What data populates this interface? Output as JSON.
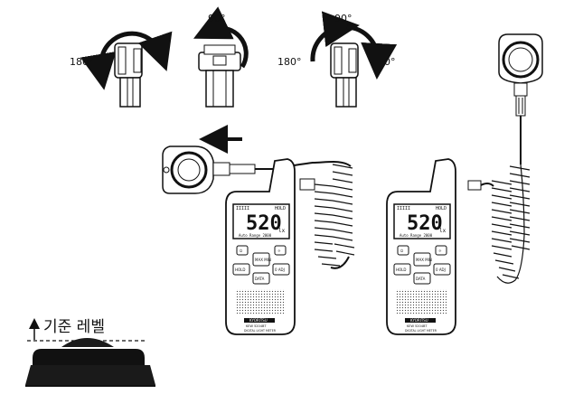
{
  "rotation_labels": {
    "left_angle": "180°",
    "middle_angle": "90°",
    "right_angle_top": "90°",
    "right_angle_left": "180°",
    "right_angle_right": "0°"
  },
  "reference_level_label": "기준 레벨",
  "meter": {
    "reading": "520",
    "unit": "lx",
    "mode_text": "Auto Range 2000",
    "indicator_left": "IIIII",
    "indicator_right": "HOLD",
    "brand": "KYORITSU",
    "model": "KEW 5204BT",
    "description": "DIGITAL LIGHT METER",
    "buttons": {
      "power": "⏻",
      "light": "☼",
      "range": "MAX MIN",
      "hold": "HOLD",
      "zero": "0 ADJ",
      "bluetooth": "DATA"
    }
  }
}
